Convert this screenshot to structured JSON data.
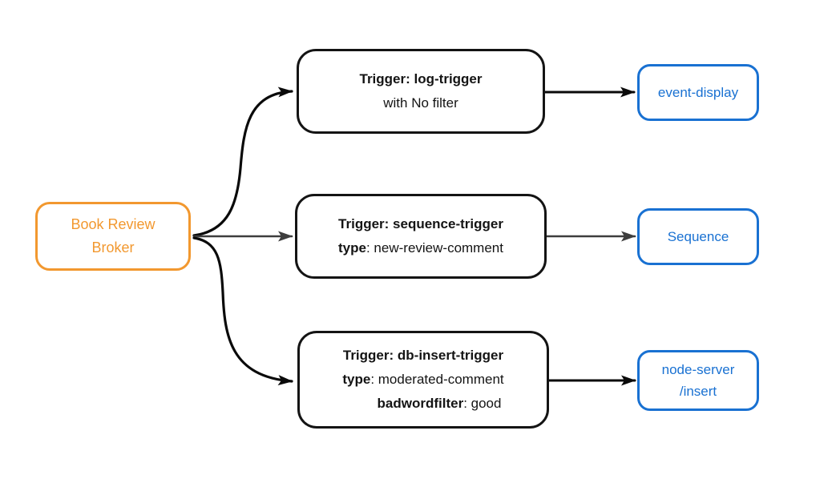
{
  "broker": {
    "line1": "Book Review",
    "line2": "Broker"
  },
  "triggers": [
    {
      "title": "Trigger: log-trigger",
      "line2_bold": "",
      "line2_rest": "with No filter"
    },
    {
      "title": "Trigger: sequence-trigger",
      "line2_bold": "type",
      "line2_rest": ": new-review-comment"
    },
    {
      "title": "Trigger: db-insert-trigger",
      "line2_bold": "type",
      "line2_rest": ": moderated-comment",
      "line3_bold": "badwordfilter",
      "line3_rest": ": good"
    }
  ],
  "sinks": [
    {
      "line1": "event-display",
      "line2": ""
    },
    {
      "line1": "Sequence",
      "line2": ""
    },
    {
      "line1": "node-server",
      "line2": "/insert"
    }
  ],
  "colors": {
    "broker_orange": "#F2982F",
    "sink_blue": "#1971D2",
    "trigger_border": "#141414",
    "edge_black": "#0A0A0A",
    "edge_gray": "#3D3D3D",
    "background": "#FFFFFF"
  }
}
